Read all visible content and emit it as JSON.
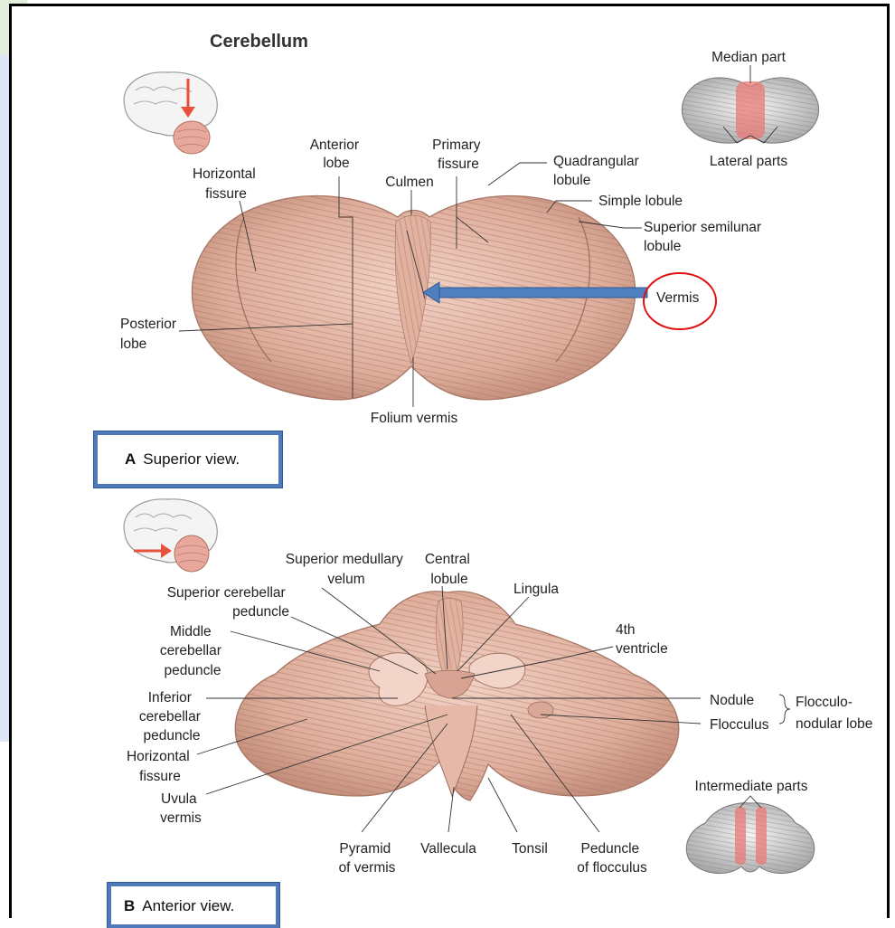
{
  "title": "Cerebellum",
  "superior": {
    "caption_letter": "A",
    "caption_text": "Superior view.",
    "labels": {
      "anterior_lobe": [
        "Anterior",
        "lobe"
      ],
      "primary_fissure": [
        "Primary",
        "fissure"
      ],
      "horizontal_fissure": [
        "Horizontal",
        "fissure"
      ],
      "culmen": "Culmen",
      "quadrangular_lobule": [
        "Quadrangular",
        "lobule"
      ],
      "simple_lobule": "Simple lobule",
      "superior_semilunar_lobule": [
        "Superior semilunar",
        "lobule"
      ],
      "vermis": "Vermis",
      "posterior_lobe": [
        "Posterior",
        "lobe"
      ],
      "folium_vermis": "Folium vermis"
    },
    "inset": {
      "median_part": "Median part",
      "lateral_parts": "Lateral parts"
    }
  },
  "anterior": {
    "caption_letter": "B",
    "caption_text": "Anterior view.",
    "labels": {
      "superior_medullary_velum": [
        "Superior medullary",
        "velum"
      ],
      "central_lobule": [
        "Central",
        "lobule"
      ],
      "lingula": "Lingula",
      "superior_cerebellar_peduncle": [
        "Superior cerebellar",
        "peduncle"
      ],
      "middle_cerebellar_peduncle": [
        "Middle",
        "cerebellar",
        "peduncle"
      ],
      "fourth_ventricle": [
        "4th",
        "ventricle"
      ],
      "inferior_cerebellar_peduncle": [
        "Inferior",
        "cerebellar",
        "peduncle"
      ],
      "nodule": "Nodule",
      "flocculus": "Flocculus",
      "flocculonodular_lobe": [
        "Flocculo-",
        "nodular lobe"
      ],
      "horizontal_fissure": [
        "Horizontal",
        "fissure"
      ],
      "uvula_vermis": [
        "Uvula",
        "vermis"
      ],
      "pyramid_of_vermis": [
        "Pyramid",
        "of vermis"
      ],
      "vallecula": "Vallecula",
      "tonsil": "Tonsil",
      "peduncle_of_flocculus": [
        "Peduncle",
        "of flocculus"
      ]
    },
    "inset": {
      "intermediate_parts": "Intermediate parts"
    }
  },
  "colors": {
    "tissue": "#e8bfb0",
    "tissue_dark": "#b98b7c",
    "highlight": "#e87a76",
    "arrow_blue": "#4f7fbf",
    "circle_red": "#e01010",
    "caption_border": "#4f79b8",
    "brain_arrow": "#e8513a"
  }
}
